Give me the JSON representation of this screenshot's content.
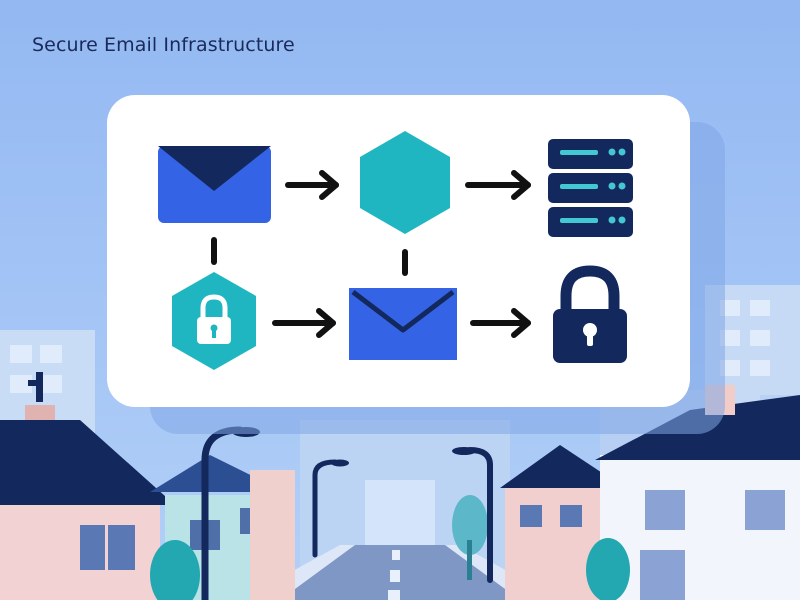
{
  "header": {
    "title": "Secure Email Infrastructure"
  },
  "colors": {
    "sky": "#9cc0f4",
    "panel": "#ffffff",
    "navy": "#13285c",
    "royal_blue": "#3563e6",
    "teal": "#1fb6c1",
    "arrow": "#111111"
  },
  "diagram": {
    "nodes": [
      {
        "id": "mail-source",
        "icon": "envelope-icon"
      },
      {
        "id": "gateway",
        "icon": "hexagon-icon"
      },
      {
        "id": "mail-server",
        "icon": "server-stack-icon"
      },
      {
        "id": "encryption",
        "icon": "hexagon-lock-icon"
      },
      {
        "id": "encrypted-mail",
        "icon": "envelope-icon"
      },
      {
        "id": "secure-storage",
        "icon": "padlock-icon"
      }
    ],
    "edges": [
      {
        "from": "mail-source",
        "to": "gateway",
        "style": "arrow"
      },
      {
        "from": "gateway",
        "to": "mail-server",
        "style": "arrow"
      },
      {
        "from": "mail-source",
        "to": "encryption",
        "style": "line"
      },
      {
        "from": "gateway",
        "to": "encrypted-mail",
        "style": "line"
      },
      {
        "from": "encryption",
        "to": "encrypted-mail",
        "style": "arrow"
      },
      {
        "from": "encrypted-mail",
        "to": "secure-storage",
        "style": "arrow"
      }
    ]
  },
  "background": {
    "scene": "city-street-illustration"
  }
}
